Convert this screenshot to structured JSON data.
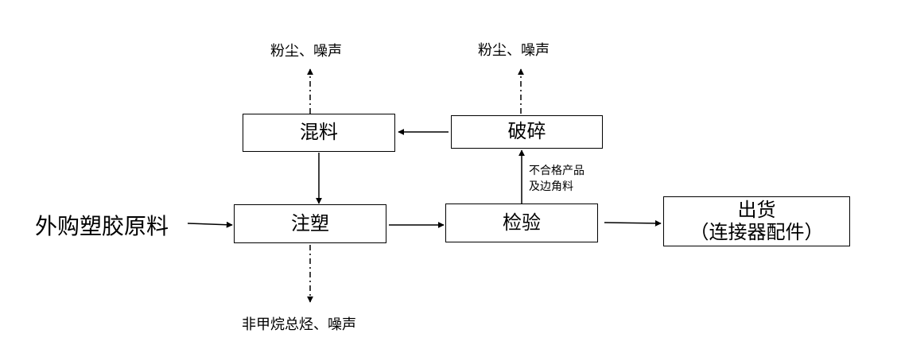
{
  "diagram": {
    "input": "外购塑胶原料",
    "nodes": {
      "mixing": "混料",
      "crushing": "破碎",
      "injection": "注塑",
      "inspection": "检验",
      "shipping_line1": "出货",
      "shipping_line2": "（连接器配件）"
    },
    "emissions": {
      "mixing": "粉尘、噪声",
      "crushing": "粉尘、噪声",
      "injection": "非甲烷总烃、噪声"
    },
    "edge_labels": {
      "inspection_to_crushing_line1": "不合格产品",
      "inspection_to_crushing_line2": "及边角料"
    }
  }
}
